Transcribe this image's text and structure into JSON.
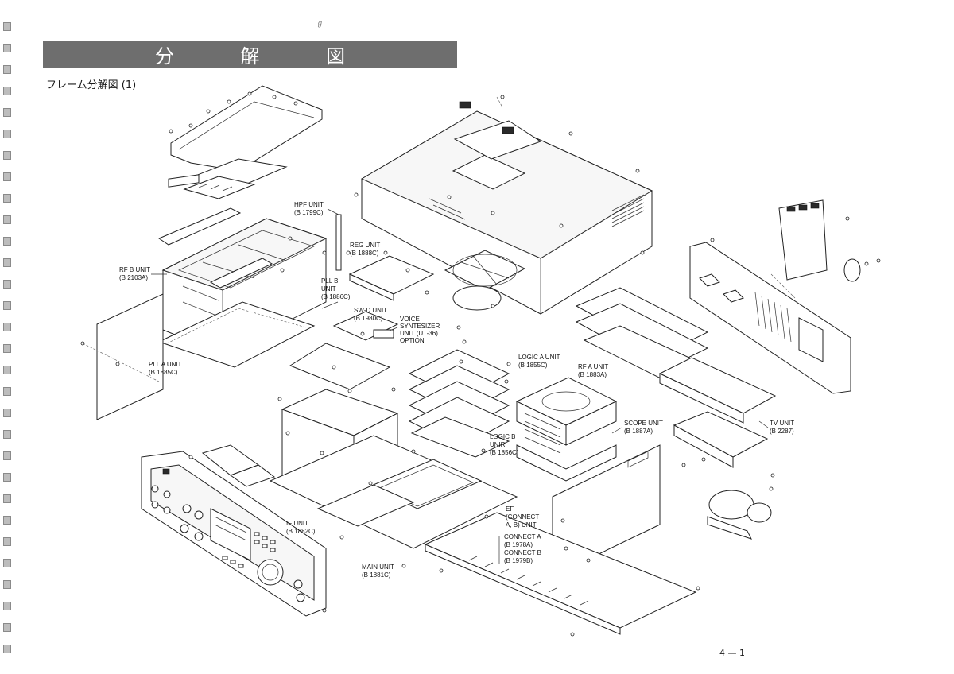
{
  "header": {
    "title": "分 解 図",
    "subtitle": "フレーム分解図 (1)"
  },
  "page_number": "4 — 1",
  "margin_mark": "ℊ",
  "labels": [
    {
      "key": "hpf",
      "lines": [
        "HPF UNIT",
        "(B 1799C)"
      ]
    },
    {
      "key": "reg",
      "lines": [
        "REG UNIT",
        "(B 1888C)"
      ]
    },
    {
      "key": "rfb",
      "lines": [
        "RF B UNIT",
        "(B 2103A)"
      ]
    },
    {
      "key": "pllb",
      "lines": [
        "PLL B",
        "UNIT",
        "(B 1886C)"
      ]
    },
    {
      "key": "swd",
      "lines": [
        "SW-D UNIT",
        "(B 1980C)"
      ]
    },
    {
      "key": "voice",
      "lines": [
        "VOICE",
        "SYNTESIZER",
        "UNIT (UT-36)",
        "OPTION"
      ]
    },
    {
      "key": "plla",
      "lines": [
        "PLL A UNIT",
        "(B 1885C)"
      ]
    },
    {
      "key": "logica",
      "lines": [
        "LOGIC A UNIT",
        "(B 1855C)"
      ]
    },
    {
      "key": "rfa",
      "lines": [
        "RF A UNIT",
        "(B 1883A)"
      ]
    },
    {
      "key": "scope",
      "lines": [
        "SCOPE UNIT",
        "(B 1887A)"
      ]
    },
    {
      "key": "tv",
      "lines": [
        "TV UNIT",
        "(B 2287)"
      ]
    },
    {
      "key": "logicb",
      "lines": [
        "LOGIC B",
        "UNIR",
        "(B 1856C)"
      ]
    },
    {
      "key": "if",
      "lines": [
        "IF UNIT",
        "(B 1882C)"
      ]
    },
    {
      "key": "ef",
      "lines": [
        "EF",
        "(CONNECT",
        "A, B) UNIT"
      ]
    },
    {
      "key": "connect",
      "lines": [
        "CONNECT  A",
        "(B 1978A)",
        "CONNECT  B",
        "(B 1979B)"
      ]
    },
    {
      "key": "main",
      "lines": [
        "MAIN UNIT",
        "(B 1881C)"
      ]
    }
  ]
}
